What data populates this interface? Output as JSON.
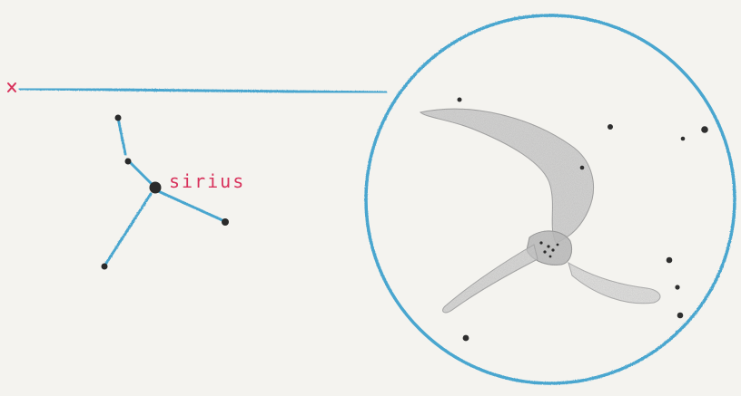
{
  "constellation": {
    "star_label": "Sirius",
    "star_name": "sirius",
    "label_color": "#d8315b"
  },
  "marker": {
    "symbol": "x",
    "color": "#d8315b"
  },
  "colors": {
    "pencil_blue": "#4aa6cf",
    "paper": "#f4f3ef",
    "graphite": "#8a8a8a",
    "star": "#2a2a2a"
  }
}
